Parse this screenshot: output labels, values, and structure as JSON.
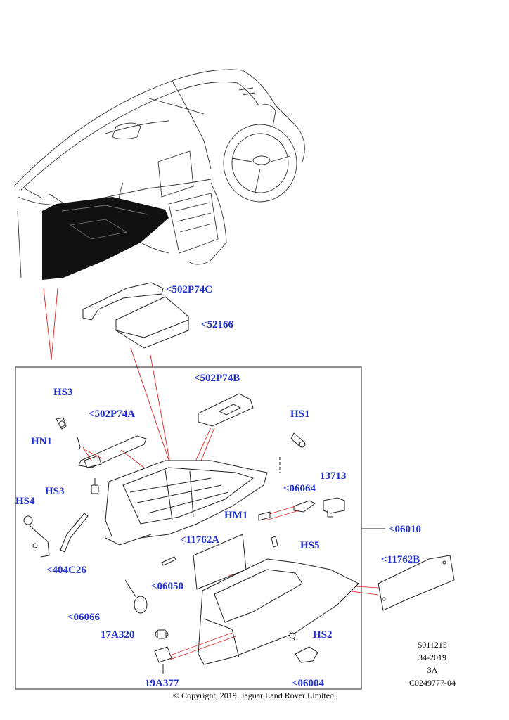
{
  "callouts": [
    {
      "id": "502P74C",
      "text": "<502P74C"
    },
    {
      "id": "52166",
      "text": "<52166"
    },
    {
      "id": "502P74B",
      "text": "<502P74B"
    },
    {
      "id": "HS3a",
      "text": "HS3"
    },
    {
      "id": "502P74A",
      "text": "<502P74A"
    },
    {
      "id": "HS1",
      "text": "HS1"
    },
    {
      "id": "HN1",
      "text": "HN1"
    },
    {
      "id": "13713",
      "text": "13713"
    },
    {
      "id": "06064",
      "text": "<06064"
    },
    {
      "id": "HS3b",
      "text": "HS3"
    },
    {
      "id": "HS4",
      "text": "HS4"
    },
    {
      "id": "HM1",
      "text": "HM1"
    },
    {
      "id": "06010",
      "text": "<06010"
    },
    {
      "id": "11762A",
      "text": "<11762A"
    },
    {
      "id": "HS5",
      "text": "HS5"
    },
    {
      "id": "11762B",
      "text": "<11762B"
    },
    {
      "id": "404C26",
      "text": "<404C26"
    },
    {
      "id": "06050",
      "text": "<06050"
    },
    {
      "id": "06066",
      "text": "<06066"
    },
    {
      "id": "17A320",
      "text": "17A320"
    },
    {
      "id": "HS2",
      "text": "HS2"
    },
    {
      "id": "19A377",
      "text": "19A377"
    },
    {
      "id": "06004",
      "text": "<06004"
    }
  ],
  "ref_block": [
    "5011215",
    "34-2019",
    "3A",
    "C0249777-04"
  ],
  "copyright": "© Copyright, 2019. Jaguar Land Rover Limited.",
  "colors": {
    "label": "#1f2fd0",
    "leader": "#e02020",
    "line": "#222222"
  }
}
